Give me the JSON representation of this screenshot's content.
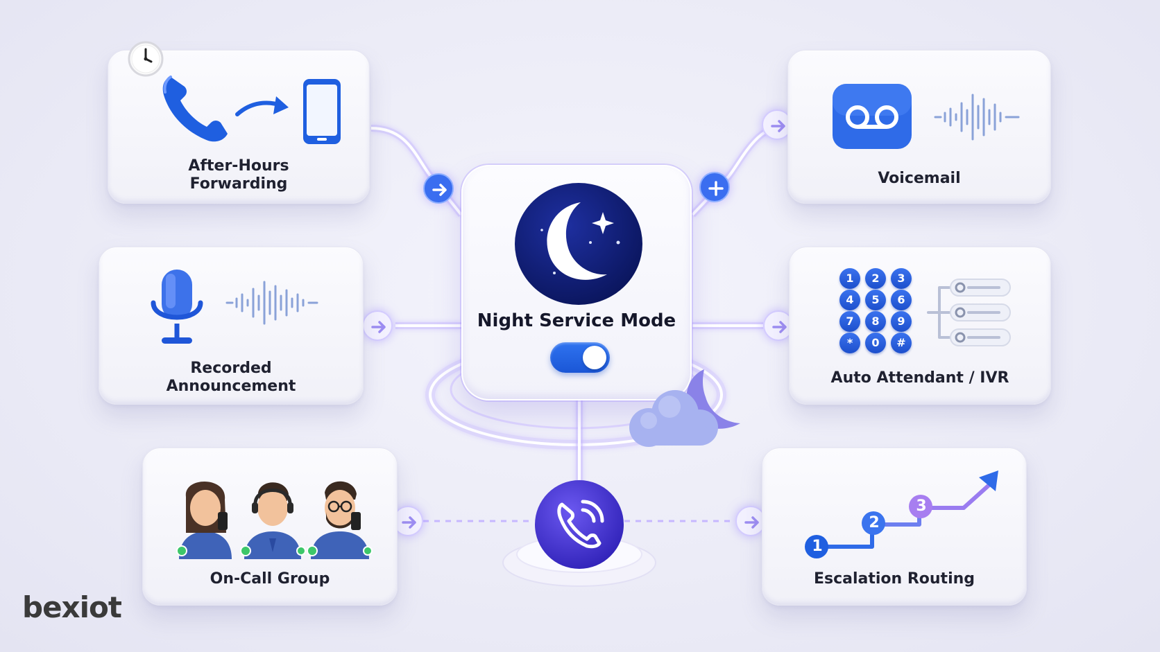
{
  "center": {
    "title": "Night Service Mode",
    "toggle_on": true
  },
  "cards": {
    "after_hours": {
      "label_line1": "After-Hours",
      "label_line2": "Forwarding"
    },
    "recorded": {
      "label_line1": "Recorded",
      "label_line2": "Announcement"
    },
    "on_call": {
      "label": "On-Call Group"
    },
    "voicemail": {
      "label": "Voicemail"
    },
    "auto_attendant": {
      "label": "Auto Attendant / IVR",
      "keys": [
        "1",
        "2",
        "3",
        "4",
        "5",
        "6",
        "7",
        "8",
        "9",
        "*",
        "0",
        "#"
      ]
    },
    "escalation": {
      "label": "Escalation Routing",
      "steps": [
        "1",
        "2",
        "3"
      ]
    }
  },
  "brand": {
    "logo_text": "bexiot"
  },
  "colors": {
    "accent_blue": "#2f6be8",
    "accent_purple": "#8e7cf0",
    "navy": "#0c1a6b",
    "glow": "#b9a8ff"
  },
  "icons": {
    "after_hours": [
      "clock-icon",
      "phone-handset-icon",
      "forward-arrow-icon",
      "smartphone-icon"
    ],
    "recorded": [
      "microphone-icon",
      "soundwave-icon"
    ],
    "on_call": [
      "person-avatar-icon"
    ],
    "voicemail": [
      "voicemail-icon",
      "soundwave-icon"
    ],
    "auto_attendant": [
      "keypad-icon",
      "menu-tree-icon"
    ],
    "escalation": [
      "step-path-icon",
      "up-arrow-icon"
    ],
    "center": [
      "moon-icon",
      "phone-call-icon",
      "cloud-moon-icon"
    ]
  }
}
